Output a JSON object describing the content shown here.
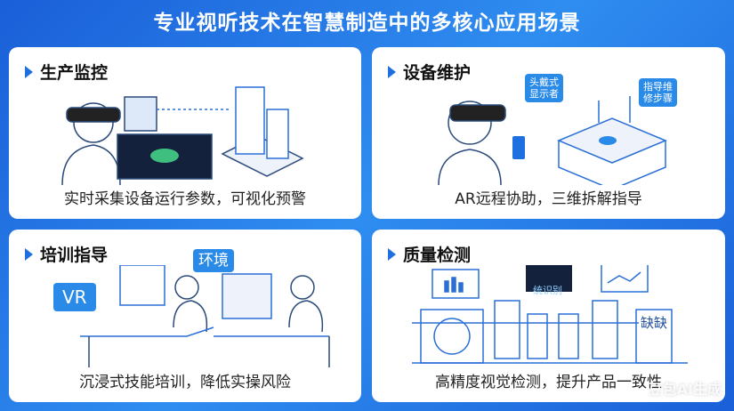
{
  "title": "专业视听技术在智慧制造中的多核心应用场景",
  "cards": [
    {
      "heading": "生产监控",
      "caption": "实时采集设备运行参数，可视化预警"
    },
    {
      "heading": "设备维护",
      "caption": "AR远程协助，三维拆解指导",
      "tags": [
        "头戴式\n显示者",
        "指导维\n修步骤"
      ]
    },
    {
      "heading": "培训指导",
      "caption": "沉浸式技能培训，降低实操风险",
      "labels": [
        "VR",
        "环境"
      ]
    },
    {
      "heading": "质量检测",
      "caption": "高精度视觉检测，提升产品一致性",
      "labels": [
        "统识别",
        "缺缺"
      ]
    }
  ],
  "watermark": "豆包AI生成",
  "colors": {
    "accent": "#1e6fe0",
    "line": "#2a6fd6"
  }
}
